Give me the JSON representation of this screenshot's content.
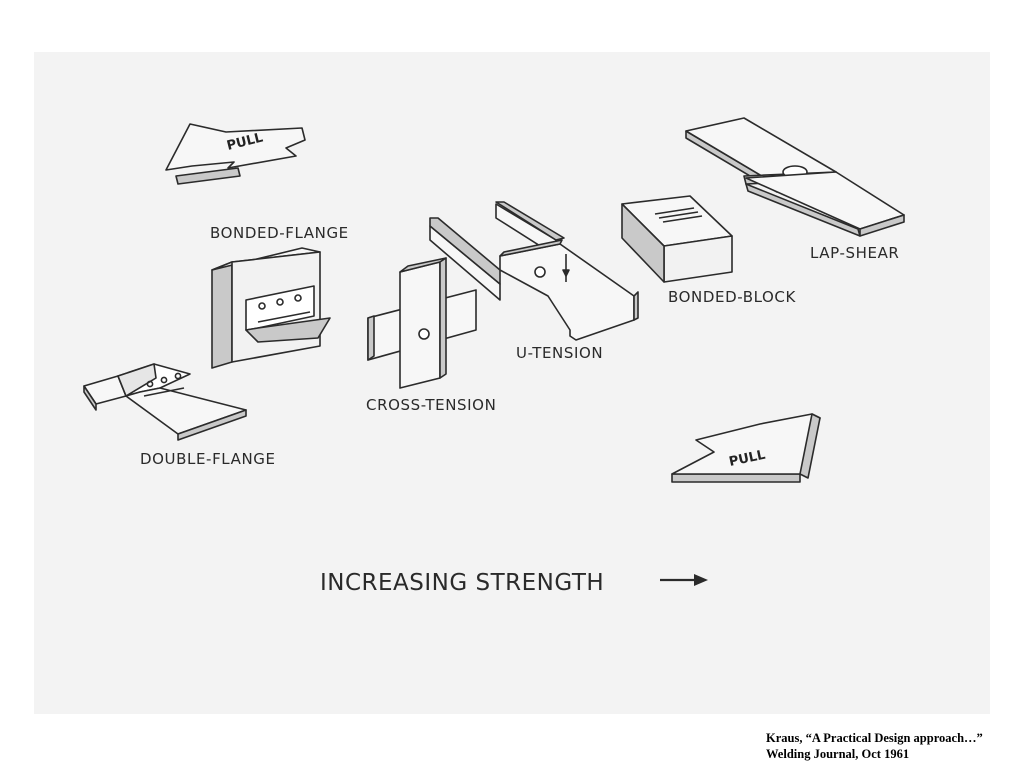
{
  "labels": {
    "bonded_flange": "BONDED-FLANGE",
    "double_flange": "DOUBLE-FLANGE",
    "cross_tension": "CROSS-TENSION",
    "u_tension": "U-TENSION",
    "bonded_block": "BONDED-BLOCK",
    "lap_shear": "LAP-SHEAR",
    "pull_top": "PULL",
    "pull_bottom": "PULL",
    "increasing_strength": "INCREASING STRENGTH"
  },
  "citation": {
    "line1": "Kraus, “A Practical Design approach…”",
    "line2": "Welding Journal, Oct 1961"
  },
  "colors": {
    "background": "#ffffff",
    "scan_background": "#f3f3f3",
    "ink": "#2b2b2b",
    "part_fill": "#f7f7f7",
    "part_shade": "#c9c9c9"
  }
}
